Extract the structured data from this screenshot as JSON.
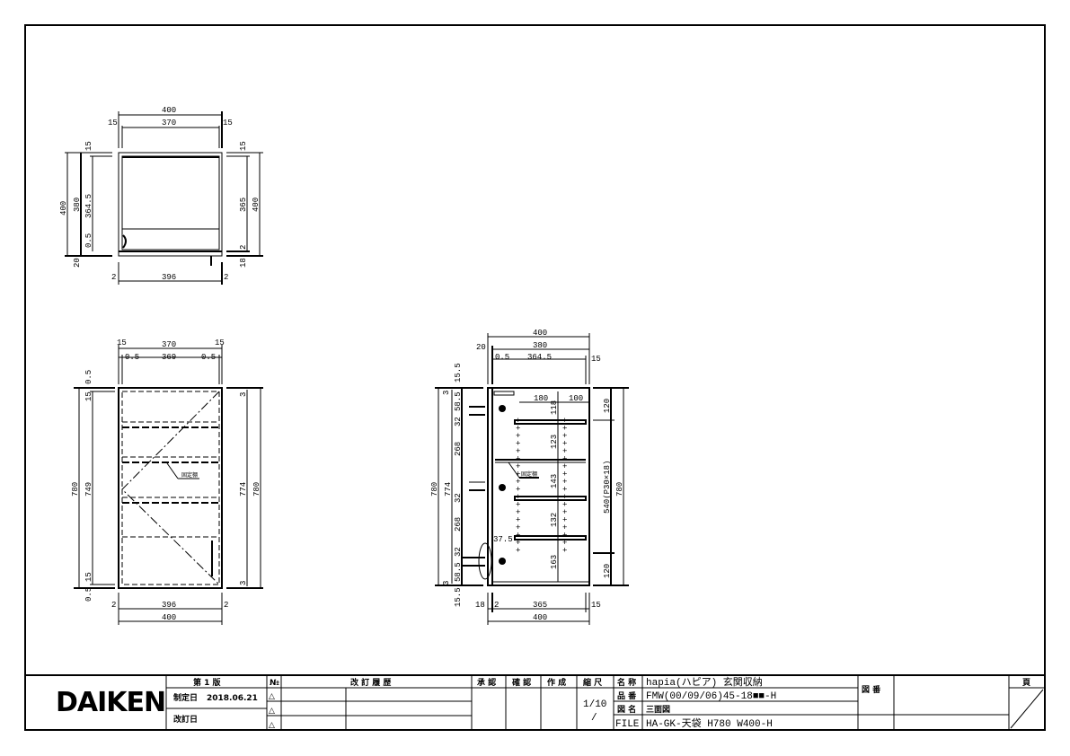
{
  "drawing": {
    "top_view": {
      "dims": [
        "400",
        "370",
        "15",
        "15",
        "400",
        "380",
        "364.5",
        "0.5",
        "20",
        "15",
        "365",
        "400",
        "15",
        "2",
        "18",
        "396",
        "2",
        "2"
      ]
    },
    "front_view": {
      "dims": [
        "15",
        "370",
        "15",
        "0.5",
        "369",
        "0.5",
        "780",
        "749",
        "15",
        "0.5",
        "15",
        "0.5",
        "774",
        "780",
        "3",
        "3",
        "396",
        "400",
        "2",
        "2"
      ],
      "shelf_label": "固定棚"
    },
    "side_view": {
      "dims": [
        "400",
        "20",
        "380",
        "0.5",
        "364.5",
        "15",
        "780",
        "774",
        "3",
        "15.5",
        "58.5",
        "32",
        "268",
        "32",
        "268",
        "32",
        "58.5",
        "3",
        "15.5",
        "180",
        "100",
        "118",
        "123",
        "143",
        "132",
        "163",
        "37.5",
        "120",
        "540(P30×18)",
        "120",
        "780",
        "18",
        "2",
        "365",
        "15",
        "400"
      ]
    }
  },
  "title_block": {
    "logo": "DAIKEN",
    "edition": "第 1 版",
    "established_label": "制定日",
    "established_date": "2018.06.21",
    "revised_label": "改訂日",
    "no_label": "№",
    "revision_mark": "△",
    "revision_history_label": "改 訂 履 歴",
    "approved_label": "承 認",
    "checked_label": "確 認",
    "created_label": "作 成",
    "scale_label": "縮 尺",
    "scale_value": "1/10",
    "scale_value2": "/",
    "name_label": "名 称",
    "name_value": "hapia(ハピア)  玄関収納",
    "part_label": "品 番",
    "part_value": "FMW(00/09/06)45-18■■-H",
    "drawing_name_label": "図 名",
    "drawing_name_value": "三面図",
    "file_label": "FILE",
    "file_value": "HA-GK-天袋 H780 W400-H",
    "drawing_no_label": "図 番",
    "page_label": "頁"
  }
}
